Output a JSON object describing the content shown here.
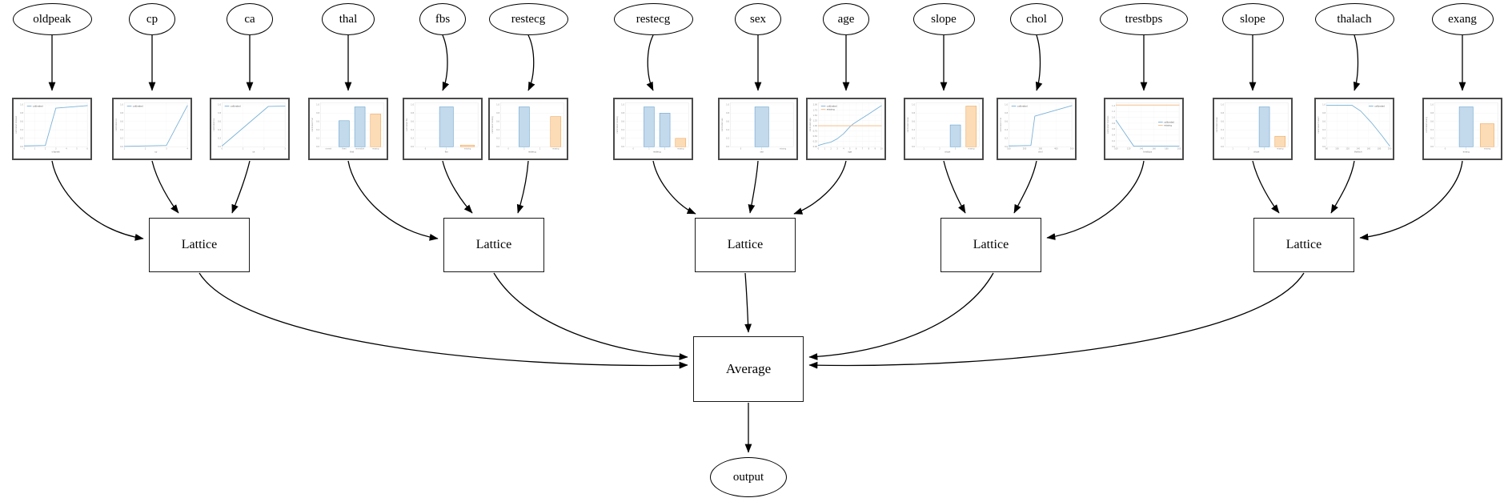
{
  "diagram": {
    "features": [
      {
        "label": "oldpeak"
      },
      {
        "label": "cp"
      },
      {
        "label": "ca"
      },
      {
        "label": "thal"
      },
      {
        "label": "fbs"
      },
      {
        "label": "restecg"
      },
      {
        "label": "restecg"
      },
      {
        "label": "sex"
      },
      {
        "label": "age"
      },
      {
        "label": "slope"
      },
      {
        "label": "chol"
      },
      {
        "label": "trestbps"
      },
      {
        "label": "slope"
      },
      {
        "label": "thalach"
      },
      {
        "label": "exang"
      }
    ],
    "lattice_nodes": [
      {
        "label": "Lattice"
      },
      {
        "label": "Lattice"
      },
      {
        "label": "Lattice"
      },
      {
        "label": "Lattice"
      },
      {
        "label": "Lattice"
      }
    ],
    "lattice_inputs": [
      [
        0,
        1,
        2
      ],
      [
        3,
        4,
        5
      ],
      [
        6,
        7,
        8
      ],
      [
        9,
        10,
        11
      ],
      [
        12,
        13,
        14
      ]
    ],
    "combiner": {
      "label": "Average"
    },
    "output_node": {
      "label": "output"
    }
  },
  "colors": {
    "blue_line": "#7ab2d8",
    "orange_line": "#f5b87f",
    "blue_fill": "#c3d9ec",
    "blue_edge": "#5b9dc9",
    "orange_fill": "#fbdcb6",
    "orange_edge": "#eda055",
    "edge_stroke": "#000000",
    "chart_border": "#4a4a4a"
  },
  "chart_data": [
    {
      "feature": "oldpeak",
      "type": "line",
      "xlabel": "oldpeak",
      "ylabel": "calibrated oldpeak",
      "xlim": [
        0,
        6
      ],
      "ylim": [
        0,
        1.05
      ],
      "xticks": [
        "0",
        "1",
        "2",
        "3",
        "4",
        "5",
        "6"
      ],
      "yticks": [
        "0.0",
        "0.2",
        "0.4",
        "0.6",
        "0.8",
        "1.0"
      ],
      "legend_pos": "tl",
      "series": [
        {
          "name": "calibrated",
          "color": "blue",
          "x": [
            0,
            2,
            3,
            6
          ],
          "y": [
            0.02,
            0.03,
            0.92,
            0.98
          ]
        }
      ]
    },
    {
      "feature": "cp",
      "type": "line",
      "xlabel": "cp",
      "ylabel": "calibrated cp",
      "xlim": [
        1,
        4
      ],
      "ylim": [
        0,
        1.05
      ],
      "xticks": [
        "1",
        "2",
        "3",
        "4"
      ],
      "yticks": [
        "0.0",
        "0.2",
        "0.4",
        "0.6",
        "0.8",
        "1.0"
      ],
      "legend_pos": "tl",
      "series": [
        {
          "name": "calibrated",
          "color": "blue",
          "x": [
            1,
            3,
            4
          ],
          "y": [
            0.01,
            0.03,
            0.98
          ]
        }
      ]
    },
    {
      "feature": "ca",
      "type": "line",
      "xlabel": "ca",
      "ylabel": "calibrated ca",
      "xlim": [
        0,
        3
      ],
      "ylim": [
        0,
        1.05
      ],
      "xticks": [
        "0",
        "1",
        "2",
        "3"
      ],
      "yticks": [
        "0.0",
        "0.2",
        "0.4",
        "0.6",
        "0.8",
        "1.0"
      ],
      "legend_pos": "tl",
      "series": [
        {
          "name": "calibrated",
          "color": "blue",
          "x": [
            0,
            2.2,
            3
          ],
          "y": [
            0.02,
            0.96,
            0.97
          ]
        }
      ]
    },
    {
      "feature": "thal",
      "type": "bar",
      "xlabel": "thal",
      "ylabel": "calibrated thal",
      "ylim": [
        0,
        1.05
      ],
      "yticks": [
        "0.0",
        "0.2",
        "0.4",
        "0.6",
        "0.8",
        "1.0"
      ],
      "categories": [
        "normal",
        "fixed",
        "reversible",
        "missing"
      ],
      "values": [
        0,
        0.62,
        0.95,
        0.78
      ],
      "bar_colors": [
        "blue",
        "blue",
        "blue",
        "orange"
      ]
    },
    {
      "feature": "fbs",
      "type": "bar",
      "xlabel": "fbs",
      "ylabel": "calibrated fbs",
      "ylim": [
        0,
        1.05
      ],
      "yticks": [
        "0.0",
        "0.2",
        "0.4",
        "0.6",
        "0.8",
        "1.0"
      ],
      "categories": [
        "0",
        "1",
        "missing"
      ],
      "values": [
        0,
        0.95,
        0.04
      ],
      "bar_colors": [
        "blue",
        "blue",
        "orange"
      ]
    },
    {
      "feature": "restecg",
      "type": "bar",
      "xlabel": "restecg",
      "ylabel": "calibrated restecg",
      "ylim": [
        0,
        1.05
      ],
      "yticks": [
        "0.0",
        "0.2",
        "0.4",
        "0.6",
        "0.8",
        "1.0"
      ],
      "categories": [
        "0",
        "1",
        "2",
        "missing"
      ],
      "values": [
        0,
        0.95,
        0,
        0.72
      ],
      "bar_colors": [
        "blue",
        "blue",
        "blue",
        "orange"
      ]
    },
    {
      "feature": "restecg",
      "type": "bar",
      "xlabel": "restecg",
      "ylabel": "calibrated restecg",
      "ylim": [
        0,
        1.05
      ],
      "yticks": [
        "0.0",
        "0.2",
        "0.4",
        "0.6",
        "0.8",
        "1.0"
      ],
      "categories": [
        "0",
        "1",
        "2",
        "missing"
      ],
      "values": [
        0,
        0.95,
        0.8,
        0.2
      ],
      "bar_colors": [
        "blue",
        "blue",
        "blue",
        "orange"
      ]
    },
    {
      "feature": "sex",
      "type": "bar",
      "xlabel": "sex",
      "ylabel": "calibrated sex",
      "ylim": [
        0,
        1.05
      ],
      "yticks": [
        "0.0",
        "0.2",
        "0.4",
        "0.6",
        "0.8",
        "1.0"
      ],
      "categories": [
        "0",
        "1",
        "missing"
      ],
      "values": [
        0,
        0.95,
        0
      ],
      "bar_colors": [
        "blue",
        "blue",
        "orange"
      ]
    },
    {
      "feature": "age",
      "type": "line",
      "xlabel": "age",
      "ylabel": "calibrated age",
      "xlim": [
        0,
        10
      ],
      "ylim": [
        0,
        2.1
      ],
      "xticks": [
        "0",
        "1",
        "2",
        "3",
        "4",
        "5",
        "6",
        "7",
        "8",
        "9",
        "10"
      ],
      "yticks": [
        "0.00",
        "0.25",
        "0.50",
        "0.75",
        "1.00",
        "1.25",
        "1.50",
        "1.75",
        "2.00"
      ],
      "legend_pos": "tl",
      "series": [
        {
          "name": "calibrated",
          "color": "blue",
          "x": [
            0,
            1,
            2,
            3,
            4,
            5,
            5.5,
            6,
            7,
            8,
            9,
            10
          ],
          "y": [
            0.06,
            0.15,
            0.22,
            0.38,
            0.62,
            0.95,
            1.08,
            1.18,
            1.37,
            1.56,
            1.76,
            1.96
          ]
        },
        {
          "name": "missing",
          "color": "orange",
          "x": [
            0,
            10
          ],
          "y": [
            1.0,
            1.0
          ]
        }
      ]
    },
    {
      "feature": "slope",
      "type": "bar",
      "xlabel": "slope",
      "ylabel": "calibrated slope",
      "ylim": [
        0,
        1.05
      ],
      "yticks": [
        "0.0",
        "0.2",
        "0.4",
        "0.6",
        "0.8",
        "1.0"
      ],
      "categories": [
        "1",
        "2",
        "3",
        "missing"
      ],
      "values": [
        0,
        0,
        0.52,
        0.97
      ],
      "bar_colors": [
        "blue",
        "blue",
        "blue",
        "orange"
      ]
    },
    {
      "feature": "chol",
      "type": "line",
      "xlabel": "chol",
      "ylabel": "calibrated chol",
      "xlim": [
        100,
        500
      ],
      "ylim": [
        0,
        1.05
      ],
      "xticks": [
        "100",
        "200",
        "300",
        "400",
        "500"
      ],
      "yticks": [
        "0.0",
        "0.2",
        "0.4",
        "0.6",
        "0.8",
        "1.0"
      ],
      "legend_pos": "tl",
      "series": [
        {
          "name": "calibrated",
          "color": "blue",
          "x": [
            100,
            240,
            265,
            500
          ],
          "y": [
            0.02,
            0.03,
            0.73,
            0.98
          ]
        }
      ]
    },
    {
      "feature": "trestbps",
      "type": "line",
      "xlabel": "trestbps",
      "ylabel": "calibrated trestbps",
      "xlim": [
        100,
        200
      ],
      "ylim": [
        0,
        1.5
      ],
      "xticks": [
        "100",
        "120",
        "140",
        "160",
        "180",
        "200"
      ],
      "yticks": [
        "0.0",
        "0.2",
        "0.4",
        "0.6",
        "0.8",
        "1.0",
        "1.2",
        "1.4"
      ],
      "legend_pos": "r",
      "series": [
        {
          "name": "calibrated",
          "color": "blue",
          "x": [
            100,
            128,
            200
          ],
          "y": [
            0.9,
            0.02,
            0.02
          ]
        },
        {
          "name": "missing",
          "color": "orange",
          "x": [
            100,
            200
          ],
          "y": [
            1.42,
            1.42
          ]
        }
      ]
    },
    {
      "feature": "slope",
      "type": "bar",
      "xlabel": "slope",
      "ylabel": "calibrated slope",
      "ylim": [
        0,
        1.05
      ],
      "yticks": [
        "0.0",
        "0.2",
        "0.4",
        "0.6",
        "0.8",
        "1.0"
      ],
      "categories": [
        "1",
        "2",
        "3",
        "missing"
      ],
      "values": [
        0,
        0,
        0.95,
        0.25
      ],
      "bar_colors": [
        "blue",
        "blue",
        "blue",
        "orange"
      ]
    },
    {
      "feature": "thalach",
      "type": "line",
      "xlabel": "thalach",
      "ylabel": "calibrated thalach",
      "xlim": [
        80,
        200
      ],
      "ylim": [
        0,
        1.05
      ],
      "xticks": [
        "80",
        "100",
        "120",
        "140",
        "160",
        "180",
        "200"
      ],
      "yticks": [
        "0.0",
        "0.2",
        "0.4",
        "0.6",
        "0.8",
        "1.0"
      ],
      "legend_pos": "tr",
      "series": [
        {
          "name": "calibrated",
          "color": "blue",
          "x": [
            80,
            128,
            145,
            165,
            185,
            200
          ],
          "y": [
            0.99,
            0.99,
            0.85,
            0.58,
            0.27,
            0.02
          ]
        }
      ]
    },
    {
      "feature": "exang",
      "type": "bar",
      "xlabel": "exang",
      "ylabel": "calibrated exang",
      "ylim": [
        0,
        1.05
      ],
      "yticks": [
        "0.0",
        "0.2",
        "0.4",
        "0.6",
        "0.8",
        "1.0"
      ],
      "categories": [
        "0",
        "1",
        "missing"
      ],
      "values": [
        0,
        0.95,
        0.55
      ],
      "bar_colors": [
        "blue",
        "blue",
        "orange"
      ]
    }
  ]
}
